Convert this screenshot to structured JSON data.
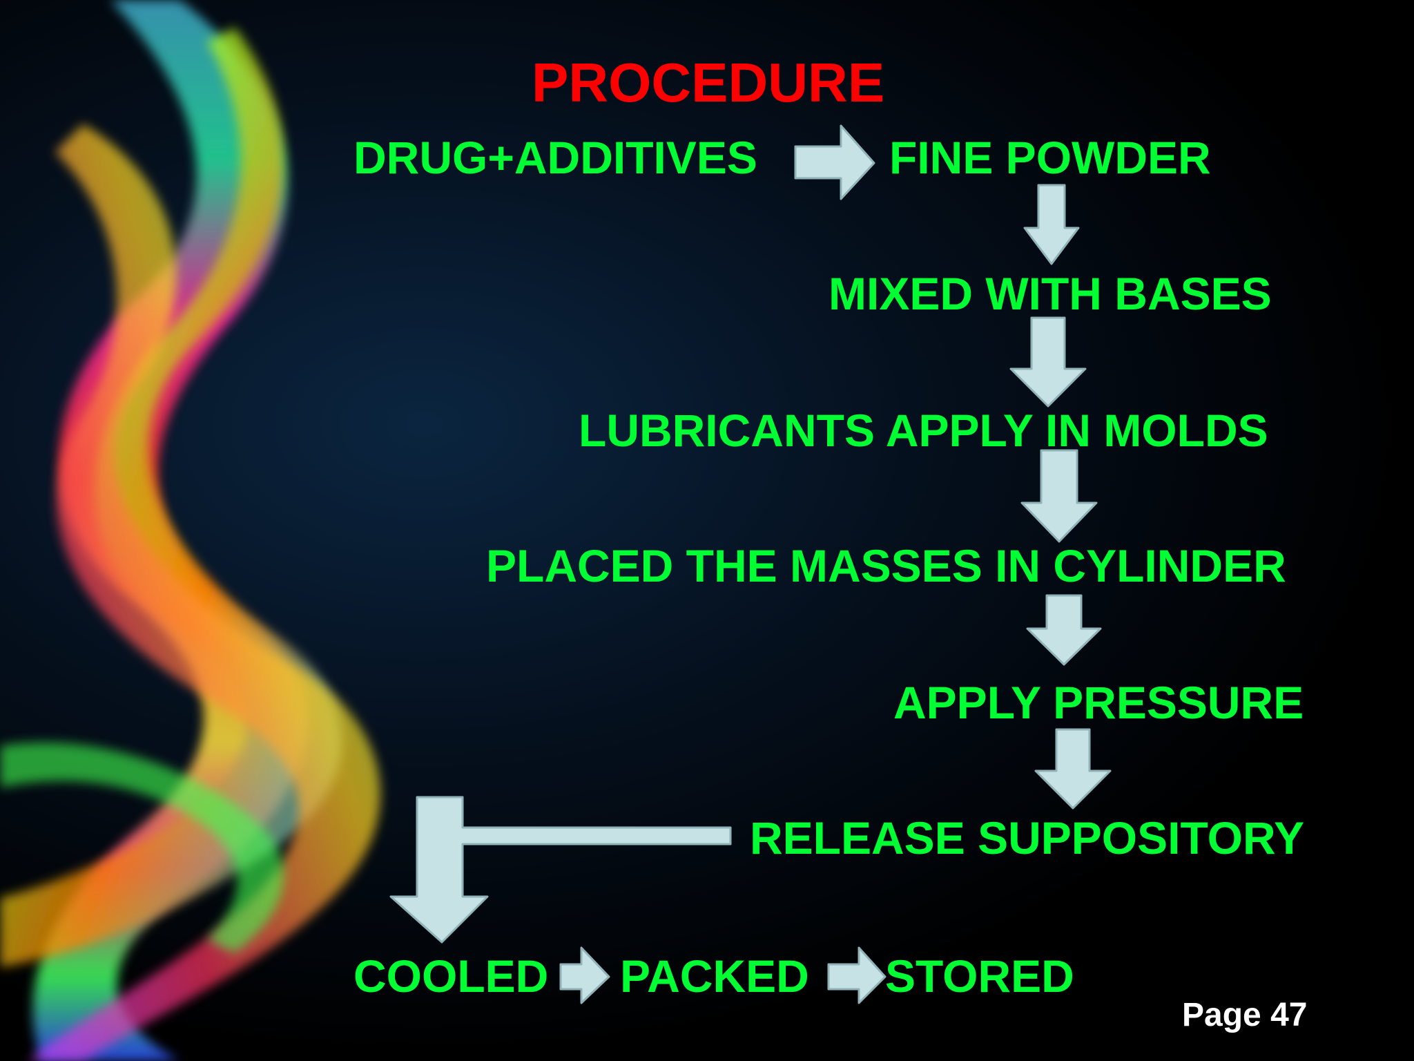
{
  "title": {
    "text": "PROCEDURE",
    "color": "#ff0000"
  },
  "steps": [
    {
      "id": "drug-additives",
      "text": "DRUG+ADDITIVES"
    },
    {
      "id": "fine-powder",
      "text": "FINE POWDER"
    },
    {
      "id": "mixed-with-bases",
      "text": "MIXED WITH BASES"
    },
    {
      "id": "lubricants",
      "text": "LUBRICANTS APPLY IN MOLDS"
    },
    {
      "id": "placed-masses",
      "text": "PLACED THE MASSES IN CYLINDER"
    },
    {
      "id": "apply-pressure",
      "text": "APPLY PRESSURE"
    },
    {
      "id": "release-suppository",
      "text": "RELEASE SUPPOSITORY"
    },
    {
      "id": "cooled",
      "text": "COOLED"
    },
    {
      "id": "packed",
      "text": "PACKED"
    },
    {
      "id": "stored",
      "text": "STORED"
    }
  ],
  "footer": {
    "page_label": "Page 47"
  },
  "colors": {
    "step_text": "#00ff33",
    "arrow_fill": "#c6e2e4",
    "arrow_stroke": "#8fb3b8",
    "footer_text": "#ffffff"
  }
}
